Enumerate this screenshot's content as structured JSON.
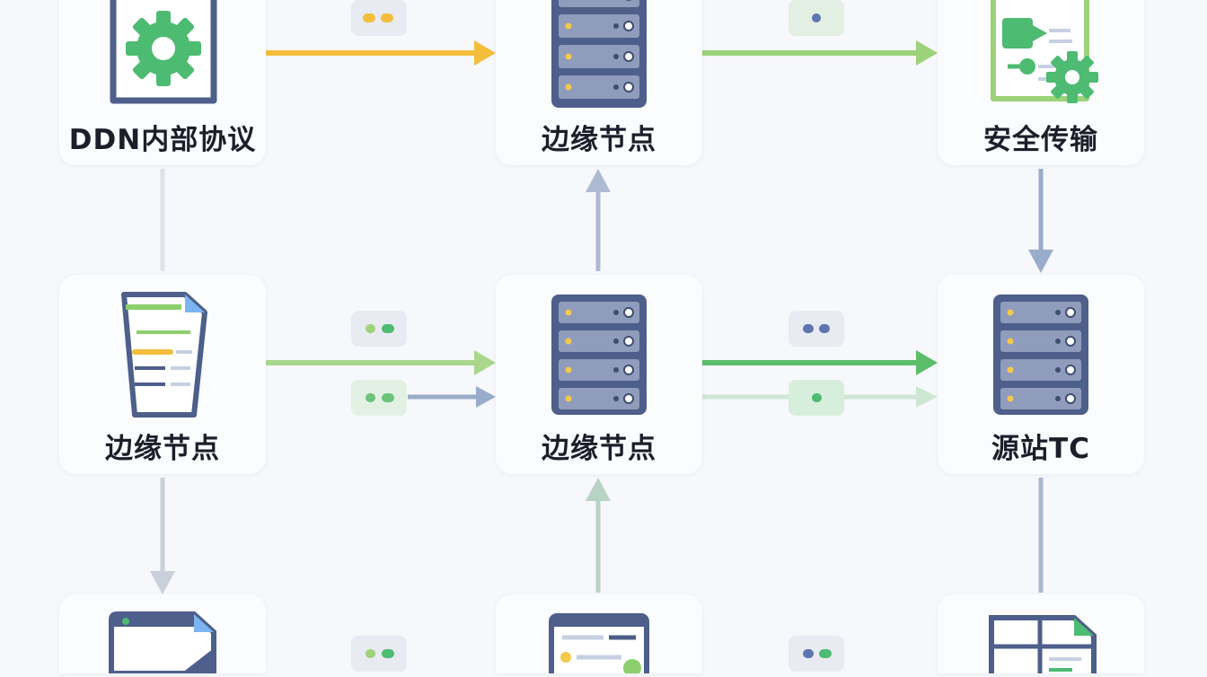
{
  "nodes": {
    "ddn_protocol": {
      "label": "DDN内部协议"
    },
    "edge_top": {
      "label": "边缘节点"
    },
    "secure_transfer": {
      "label": "安全传输"
    },
    "edge_left": {
      "label": "边缘节点"
    },
    "edge_center": {
      "label": "边缘节点"
    },
    "origin_tc": {
      "label": "源站TC"
    }
  },
  "colors": {
    "flow_yellow": "#f4bd3c",
    "flow_green": "#8dcf6c",
    "flow_green_strong": "#5cbd6a",
    "flow_blue": "#8ea1c3",
    "server_blue": "#5d6a8c",
    "gear_green": "#4dbb72",
    "doc_blue": "#4d5f8a"
  }
}
